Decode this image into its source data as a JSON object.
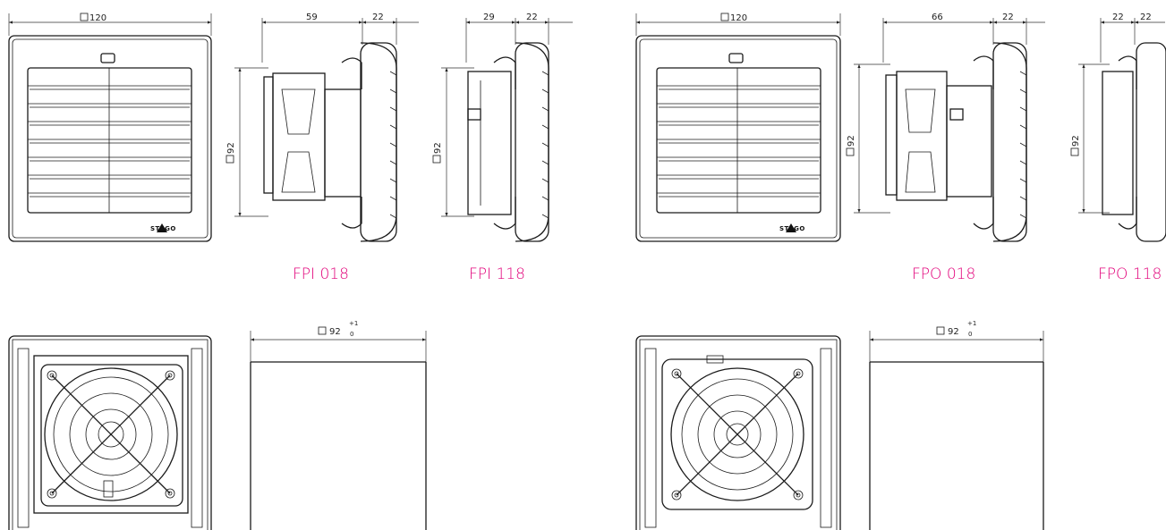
{
  "colors": {
    "label": "#e2007a",
    "line": "#1a1a1a"
  },
  "brand": "STEGO",
  "views": [
    {
      "name": "fpi-front",
      "dim": "120"
    },
    {
      "name": "fpi018-side",
      "depth": "59",
      "frame": "22",
      "height": "92",
      "label": "FPI 018"
    },
    {
      "name": "fpi118-side",
      "depth": "29",
      "frame": "22",
      "height": "92",
      "label": "FPI 118"
    },
    {
      "name": "fpo-front",
      "dim": "120"
    },
    {
      "name": "fpo018-side",
      "depth": "66",
      "frame": "22",
      "height": "92",
      "label": "FPO 018"
    },
    {
      "name": "fpo118-side",
      "depth": "22",
      "frame": "22",
      "height": "92",
      "label": "FPO 118"
    }
  ],
  "cutouts": [
    {
      "name": "cutout-left",
      "dim": "92",
      "tol_upper": "+1",
      "tol_lower": "0"
    },
    {
      "name": "cutout-right",
      "dim": "92",
      "tol_upper": "+1",
      "tol_lower": "0"
    }
  ]
}
